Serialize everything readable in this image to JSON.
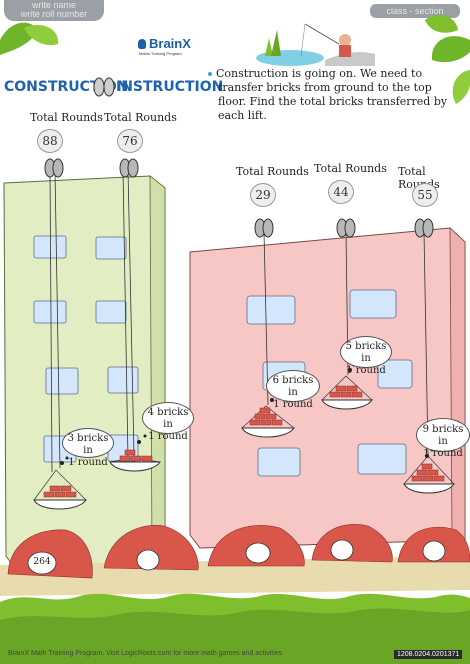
{
  "header": {
    "name_placeholder": "write name",
    "roll_placeholder": "write roll number",
    "class_placeholder": "class - section",
    "brand_name": "BrainX",
    "brand_tagline": "Maths Training Program"
  },
  "worksheet": {
    "title_left": "CONSTRUCTION",
    "title_right": "INSTRUCTION",
    "instruction": "Construction is going on. We need to transfer bricks from ground to the top floor. Find the total bricks transferred by each lift."
  },
  "lifts": [
    {
      "label": "Total Rounds",
      "rounds": "88",
      "bubble_line1": "3 bricks in",
      "bubble_line2": "1 round"
    },
    {
      "label": "Total Rounds",
      "rounds": "76",
      "bubble_line1": "4 bricks in",
      "bubble_line2": "1 round"
    },
    {
      "label": "Total Rounds",
      "rounds": "29",
      "bubble_line1": "6 bricks in",
      "bubble_line2": "1 round"
    },
    {
      "label": "Total Rounds",
      "rounds": "44",
      "bubble_line1": "5 bricks in",
      "bubble_line2": "1 round"
    },
    {
      "label": "Total Rounds",
      "rounds": "55",
      "bubble_line1": "9 bricks in",
      "bubble_line2": "1 round"
    }
  ],
  "answers": [
    "264",
    "",
    "",
    "",
    ""
  ],
  "footer": {
    "text": "BrainX Math Training Program. Visit LogicRoots.com for more math games and activities",
    "code": "1208.0204.0201371"
  },
  "colors": {
    "building_left": "#e3edc4",
    "building_right": "#f6c7c4",
    "window": "#d3e6fb",
    "brick": "#d9574a",
    "grass": "#7fbf2e",
    "title_blue": "#1f63b0"
  }
}
